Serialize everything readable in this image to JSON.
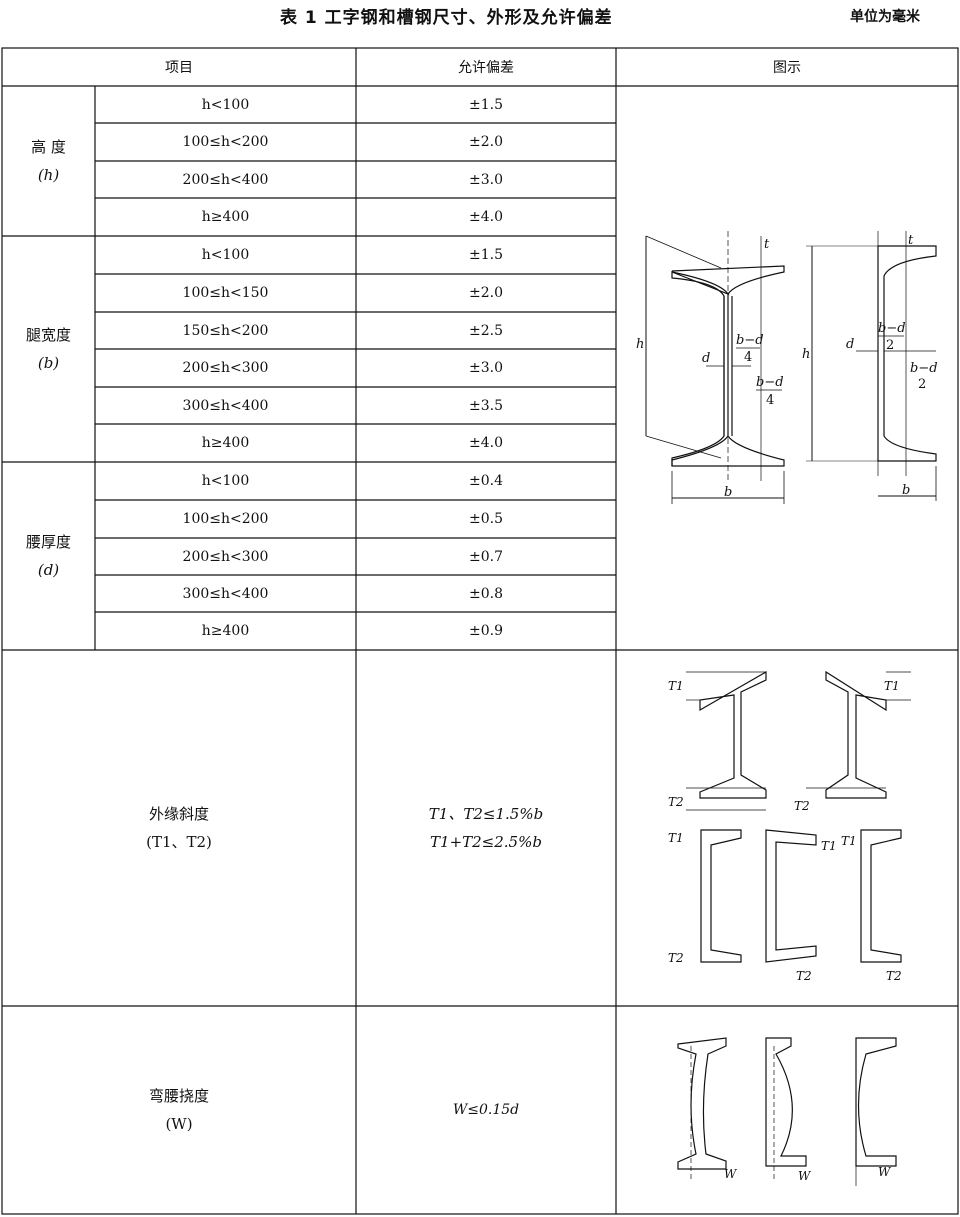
{
  "header": {
    "title": "表 1   工字钢和槽钢尺寸、外形及允许偏差",
    "unit": "单位为毫米"
  },
  "columns": [
    "项目",
    "允许偏差",
    "图示"
  ],
  "groups": [
    {
      "name": "高 度",
      "symbol": "(h)",
      "rows": [
        {
          "range": "h<100",
          "tol": "±1.5"
        },
        {
          "range": "100≤h<200",
          "tol": "±2.0"
        },
        {
          "range": "200≤h<400",
          "tol": "±3.0"
        },
        {
          "range": "h≥400",
          "tol": "±4.0"
        }
      ]
    },
    {
      "name": "腿宽度",
      "symbol": "(b)",
      "rows": [
        {
          "range": "h<100",
          "tol": "±1.5"
        },
        {
          "range": "100≤h<150",
          "tol": "±2.0"
        },
        {
          "range": "150≤h<200",
          "tol": "±2.5"
        },
        {
          "range": "200≤h<300",
          "tol": "±3.0"
        },
        {
          "range": "300≤h<400",
          "tol": "±3.5"
        },
        {
          "range": "h≥400",
          "tol": "±4.0"
        }
      ]
    },
    {
      "name": "腰厚度",
      "symbol": "(d)",
      "rows": [
        {
          "range": "h<100",
          "tol": "±0.4"
        },
        {
          "range": "100≤h<200",
          "tol": "±0.5"
        },
        {
          "range": "200≤h<300",
          "tol": "±0.7"
        },
        {
          "range": "300≤h<400",
          "tol": "±0.8"
        },
        {
          "range": "h≥400",
          "tol": "±0.9"
        }
      ]
    }
  ],
  "slope": {
    "name": "外缘斜度",
    "symbol": "(T1、T2)",
    "tol_line1": "T1、T2≤1.5%b",
    "tol_line2": "T1+T2≤2.5%b"
  },
  "bend": {
    "name": "弯腰挠度",
    "symbol": "(W)",
    "tol": "W≤0.15d"
  },
  "figure_labels": {
    "h": "h",
    "b": "b",
    "d": "d",
    "t": "t",
    "bd4": "b−d",
    "four": "4",
    "bd2": "b−d",
    "two": "2",
    "T1": "T1",
    "T2": "T2",
    "W": "W"
  }
}
